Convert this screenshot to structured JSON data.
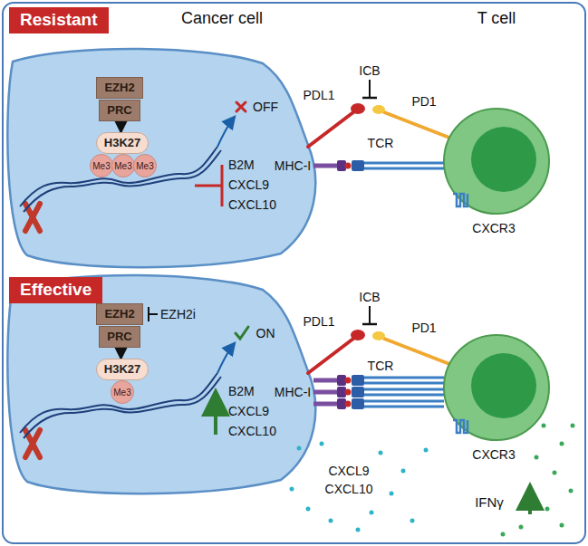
{
  "diagram": {
    "nodes": [
      {
        "text": [
          "Resistant"
        ]
      },
      {
        "text": [
          "EZH2"
        ]
      },
      {
        "text": [
          "PRC"
        ]
      },
      {
        "text": [
          "H3K27"
        ]
      },
      {
        "text": [
          "Me3"
        ]
      },
      {
        "text": [
          "Me3"
        ]
      },
      {
        "text": [
          "Me3"
        ]
      },
      {
        "text": [
          "Effective"
        ]
      },
      {
        "text": [
          "EZH2"
        ]
      },
      {
        "text": [
          "PRC"
        ]
      },
      {
        "text": [
          "H3K27"
        ]
      },
      {
        "text": [
          "Me3"
        ]
      }
    ],
    "edges": [
      {
        "from": 2,
        "to": 3,
        "arrow": "to"
      },
      {
        "from": 9,
        "to": 10,
        "arrow": "to"
      }
    ],
    "labels": [
      "Cancer cell",
      "T cell",
      "ICB",
      "PDL1",
      "PD1",
      "OFF",
      "B2M",
      "CXCL9",
      "CXCL10",
      "MHC-I",
      "TCR",
      "CXCR3",
      "EZH2i",
      "ICB",
      "PDL1",
      "PD1",
      "ON",
      "B2M",
      "CXCL9",
      "CXCL10",
      "MHC-I",
      "TCR",
      "CXCR3",
      "CXCL9",
      "CXCL10",
      "IFNγ"
    ]
  }
}
